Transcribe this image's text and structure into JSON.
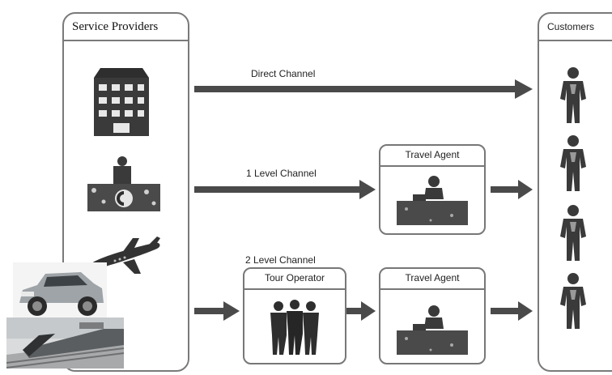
{
  "service_providers": {
    "title": "Service Providers"
  },
  "customers": {
    "title": "Customers"
  },
  "channels": {
    "direct": "Direct Channel",
    "one_level": "1 Level Channel",
    "two_level": "2 Level Channel"
  },
  "intermediaries": {
    "travel_agent_1": "Travel Agent",
    "tour_operator": "Tour Operator",
    "travel_agent_2": "Travel Agent"
  },
  "icons": {
    "providers": [
      "hotel-icon",
      "attraction-icon",
      "airplane-icon",
      "car-photo",
      "train-photo"
    ],
    "customers": [
      "customer-icon",
      "customer-icon",
      "customer-icon",
      "customer-icon"
    ],
    "agent": "travel-agent-icon",
    "operator": "tour-operator-icon"
  },
  "colors": {
    "arrow": "#4a4a4a",
    "border": "#7a7a7a",
    "icon": "#2e2e2e"
  }
}
